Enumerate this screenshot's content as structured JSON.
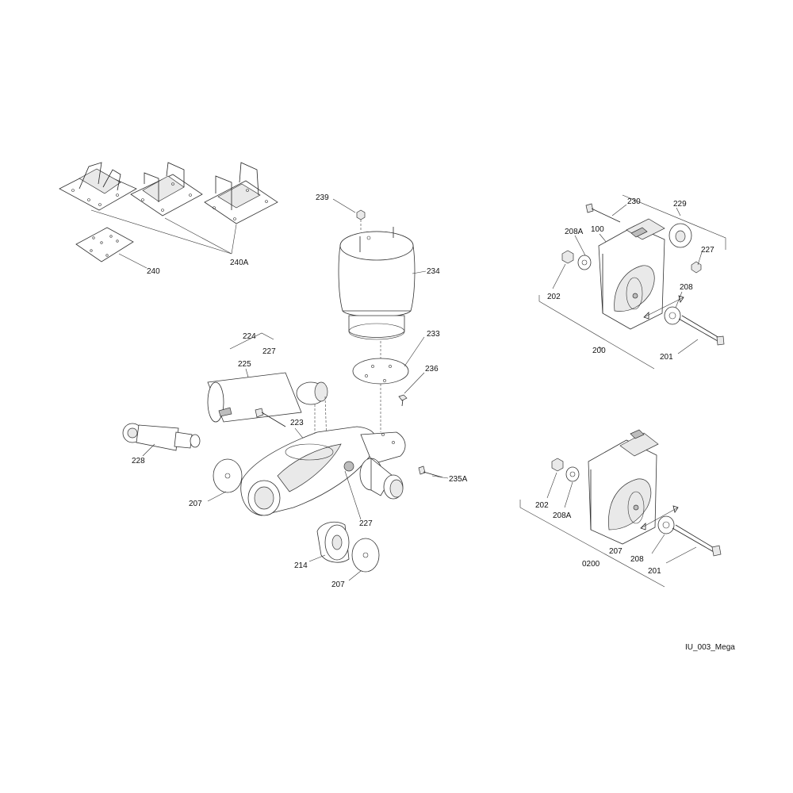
{
  "callouts": {
    "c240A": "240A",
    "c240": "240",
    "c239": "239",
    "c234": "234",
    "c233": "233",
    "c236": "236",
    "c224": "224",
    "c227a": "227",
    "c225": "225",
    "c223": "223",
    "c228": "228",
    "c207a": "207",
    "c227b": "227",
    "c214": "214",
    "c207b": "207",
    "c235A": "235A",
    "c230": "230",
    "c229": "229",
    "c208Aa": "208A",
    "c100": "100",
    "c227c": "227",
    "c202a": "202",
    "c208a": "208",
    "c200": "200",
    "c201a": "201",
    "c202b": "202",
    "c208Ab": "208A",
    "c207c": "207",
    "c0200": "0200",
    "c208b": "208",
    "c201b": "201"
  },
  "caption": "IU_003_Mega",
  "colors": {
    "line": "#222222",
    "fill": "#ffffff",
    "shade": "#e9e9e9"
  }
}
